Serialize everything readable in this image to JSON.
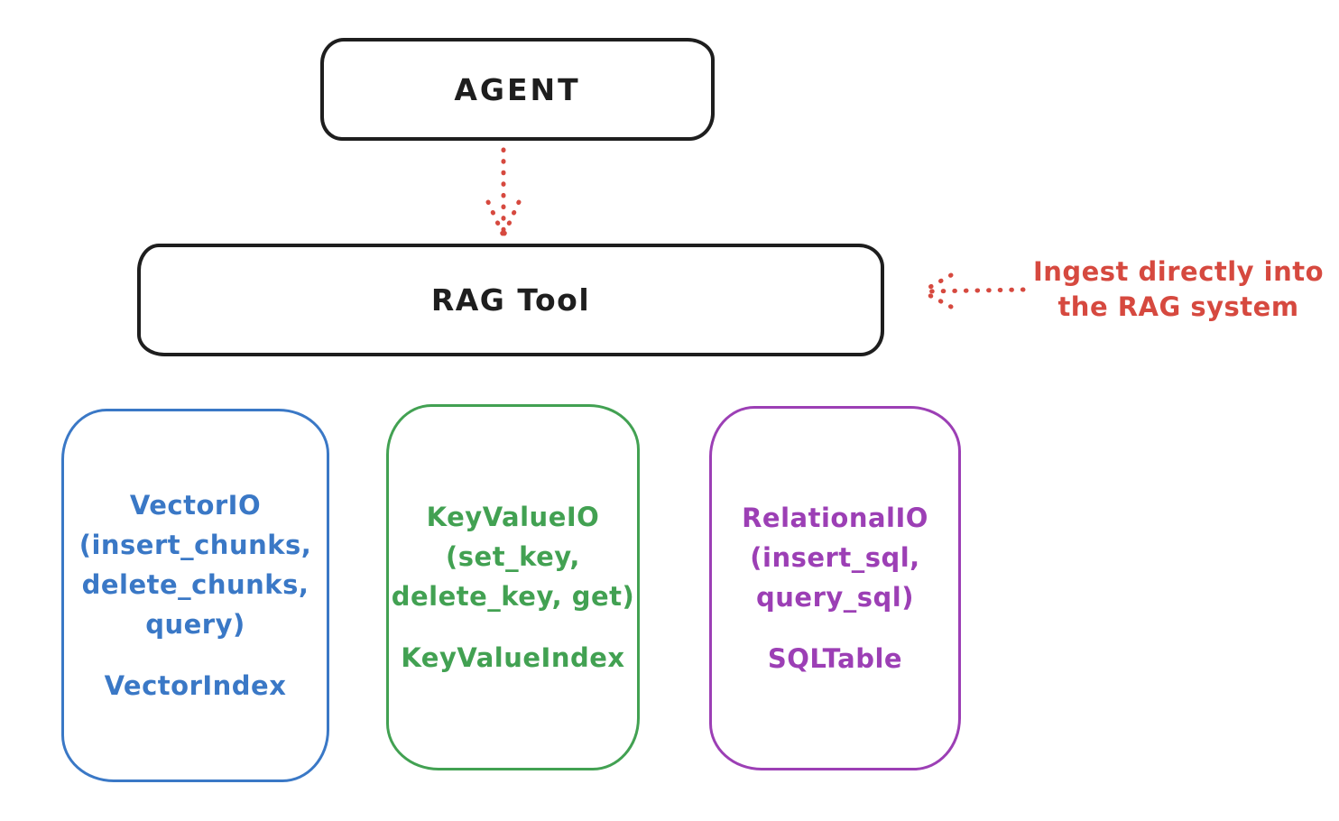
{
  "colors": {
    "ink": "#1e1e1e",
    "red": "#d6493f",
    "blue": "#3a78c6",
    "green": "#42a152",
    "purple": "#9c3fb5",
    "background": "#ffffff"
  },
  "nodes": {
    "agent": {
      "label": "AGENT"
    },
    "rag_tool": {
      "label": "RAG Tool"
    }
  },
  "annotation": {
    "line1": "Ingest directly into",
    "line2": "the RAG system"
  },
  "storage_boxes": [
    {
      "name": "vector-io",
      "lines": [
        "VectorIO",
        "(insert_chunks,",
        "delete_chunks,",
        "query)"
      ],
      "index": "VectorIndex"
    },
    {
      "name": "key-value-io",
      "lines": [
        "KeyValueIO",
        "(set_key,",
        "delete_key, get)"
      ],
      "index": "KeyValueIndex"
    },
    {
      "name": "relational-io",
      "lines": [
        "RelationalIO",
        "(insert_sql,",
        "query_sql)"
      ],
      "index": "SQLTable"
    }
  ]
}
